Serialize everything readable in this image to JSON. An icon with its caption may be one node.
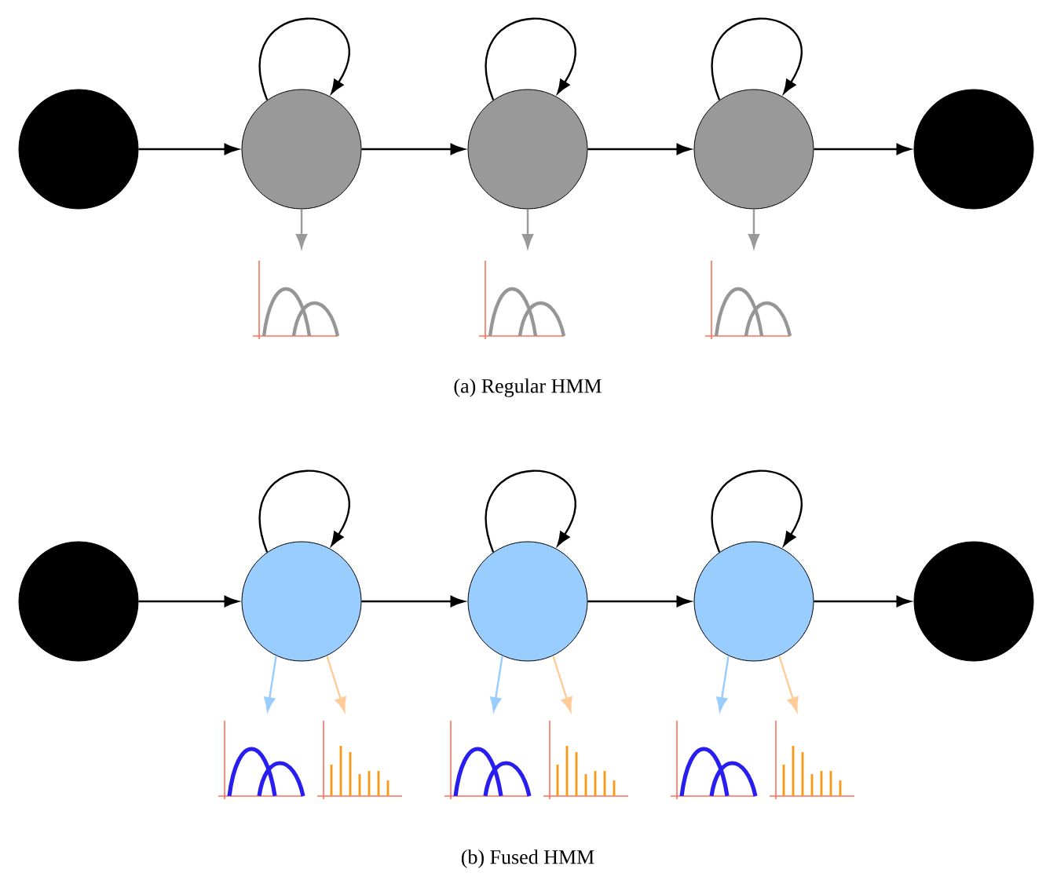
{
  "diagram": {
    "nodes": [
      {
        "text": [],
        "shape": "circle"
      },
      {
        "text": [],
        "shape": "circle"
      },
      {
        "text": [],
        "shape": "circle"
      },
      {
        "text": [],
        "shape": "circle"
      },
      {
        "text": [],
        "shape": "circle"
      },
      {
        "text": [],
        "shape": "picture"
      },
      {
        "text": [],
        "shape": "picture"
      },
      {
        "text": [],
        "shape": "picture"
      },
      {
        "text": [],
        "shape": "circle"
      },
      {
        "text": [],
        "shape": "circle"
      },
      {
        "text": [],
        "shape": "circle"
      },
      {
        "text": [],
        "shape": "circle"
      },
      {
        "text": [],
        "shape": "circle"
      },
      {
        "text": [],
        "shape": "picture"
      },
      {
        "text": [],
        "shape": "picture"
      },
      {
        "text": [],
        "shape": "picture"
      },
      {
        "text": [],
        "shape": "picture"
      },
      {
        "text": [],
        "shape": "picture"
      },
      {
        "text": [],
        "shape": "picture"
      }
    ],
    "edges": [
      {
        "from": 0,
        "to": 1,
        "arrow": "to"
      },
      {
        "from": 1,
        "to": 1,
        "arrow": "to"
      },
      {
        "from": 1,
        "to": 2,
        "arrow": "to"
      },
      {
        "from": 2,
        "to": 2,
        "arrow": "to"
      },
      {
        "from": 2,
        "to": 3,
        "arrow": "to"
      },
      {
        "from": 3,
        "to": 3,
        "arrow": "to"
      },
      {
        "from": 3,
        "to": 4,
        "arrow": "to"
      },
      {
        "from": 1,
        "to": 5,
        "arrow": "to",
        "color": "#999999"
      },
      {
        "from": 2,
        "to": 6,
        "arrow": "to",
        "color": "#999999"
      },
      {
        "from": 3,
        "to": 7,
        "arrow": "to",
        "color": "#999999"
      },
      {
        "from": 8,
        "to": 9,
        "arrow": "to"
      },
      {
        "from": 9,
        "to": 9,
        "arrow": "to"
      },
      {
        "from": 9,
        "to": 10,
        "arrow": "to"
      },
      {
        "from": 10,
        "to": 10,
        "arrow": "to"
      },
      {
        "from": 10,
        "to": 11,
        "arrow": "to"
      },
      {
        "from": 11,
        "to": 11,
        "arrow": "to"
      },
      {
        "from": 11,
        "to": 12,
        "arrow": "to"
      },
      {
        "from": 9,
        "to": 13,
        "arrow": "to",
        "color": "#99ccff"
      },
      {
        "from": 9,
        "to": 14,
        "arrow": "to",
        "color": "#ffcc99"
      },
      {
        "from": 10,
        "to": 15,
        "arrow": "to",
        "color": "#99ccff"
      },
      {
        "from": 10,
        "to": 16,
        "arrow": "to",
        "color": "#ffcc99"
      },
      {
        "from": 11,
        "to": 17,
        "arrow": "to",
        "color": "#99ccff"
      },
      {
        "from": 11,
        "to": 18,
        "arrow": "to",
        "color": "#ffcc99"
      }
    ],
    "labels": [
      "(a)  Regular HMM",
      "(b)  Fused HMM"
    ]
  }
}
